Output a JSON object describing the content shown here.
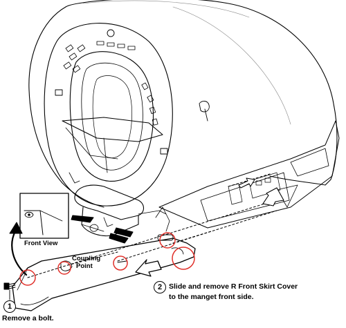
{
  "labels": {
    "front_view": "Front View",
    "coupling_point_line1": "Coupling",
    "coupling_point_line2": "Point",
    "step1_number": "1",
    "step1_text": "Remove a bolt.",
    "step2_number": "2",
    "step2_line1": "Slide and remove R Front Skirt Cover",
    "step2_line2": "to the manget front side."
  },
  "colors": {
    "line": "#000000",
    "highlight_circle": "#e0302a",
    "background": "#ffffff"
  }
}
